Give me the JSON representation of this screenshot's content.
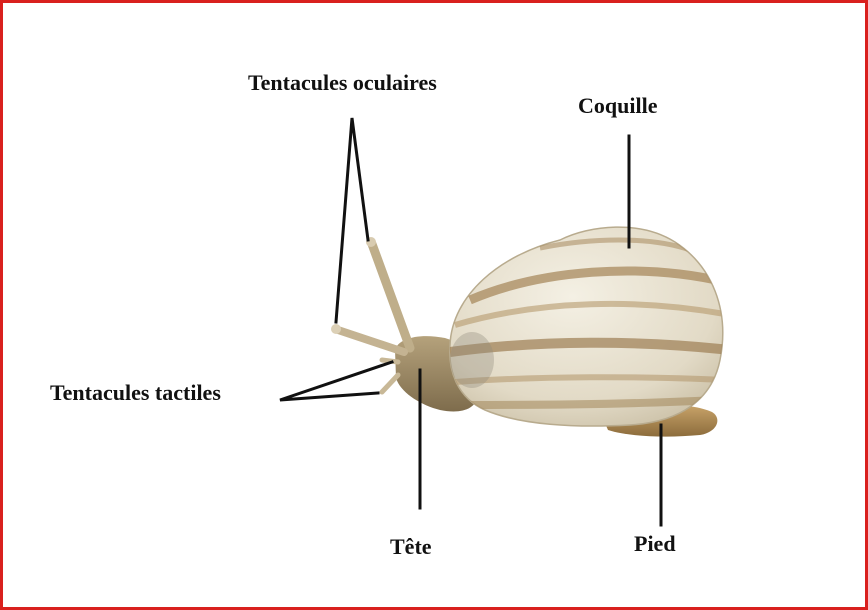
{
  "labels": {
    "eye_tentacles": "Tentacules oculaires",
    "shell": "Coquille",
    "tactile_tentacles": "Tentacules tactiles",
    "head": "Tête",
    "foot": "Pied"
  },
  "colors": {
    "frame": "#d9201e",
    "leader_lines": "#111111",
    "shell_base": "#ece6d6",
    "shell_band": "#a88a5e",
    "body": "#9c8a6a"
  }
}
